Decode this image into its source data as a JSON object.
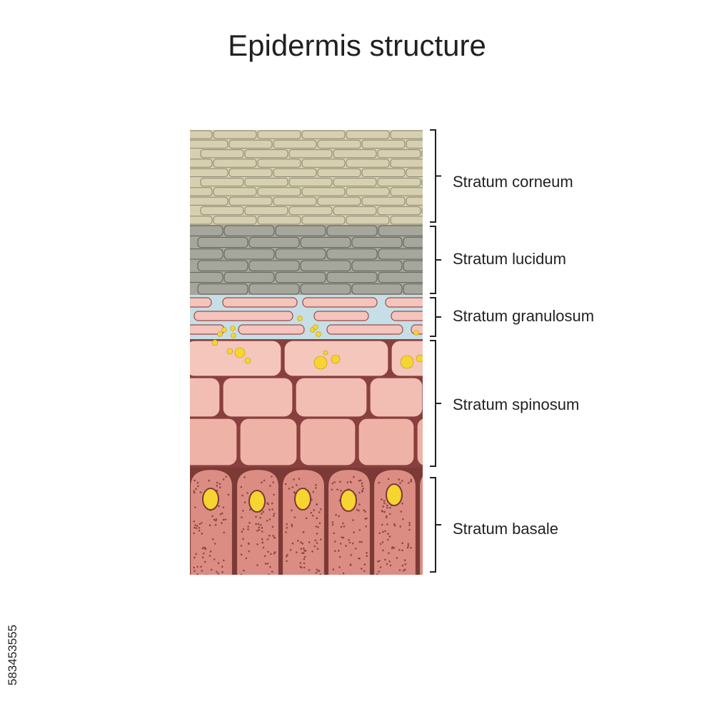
{
  "title": "Epidermis structure",
  "layers": [
    {
      "name": "Stratum corneum",
      "color": "#d6d0b0",
      "border": "#8a8570"
    },
    {
      "name": "Stratum lucidum",
      "color": "#a5a79c",
      "border": "#5e6058"
    },
    {
      "name": "Stratum granulosum",
      "color": "#f4c4bd",
      "border": "#9a4a4a",
      "fluid": "#c6dfe6"
    },
    {
      "name": "Stratum spinosum",
      "color": "#f2bdb2",
      "border": "#8a3f3f"
    },
    {
      "name": "Stratum basale",
      "color": "#dc8d83",
      "border": "#7c3a36",
      "nucleus": "#f6d530"
    }
  ],
  "granule_color": "#f6d530",
  "stock_id": "583453555"
}
